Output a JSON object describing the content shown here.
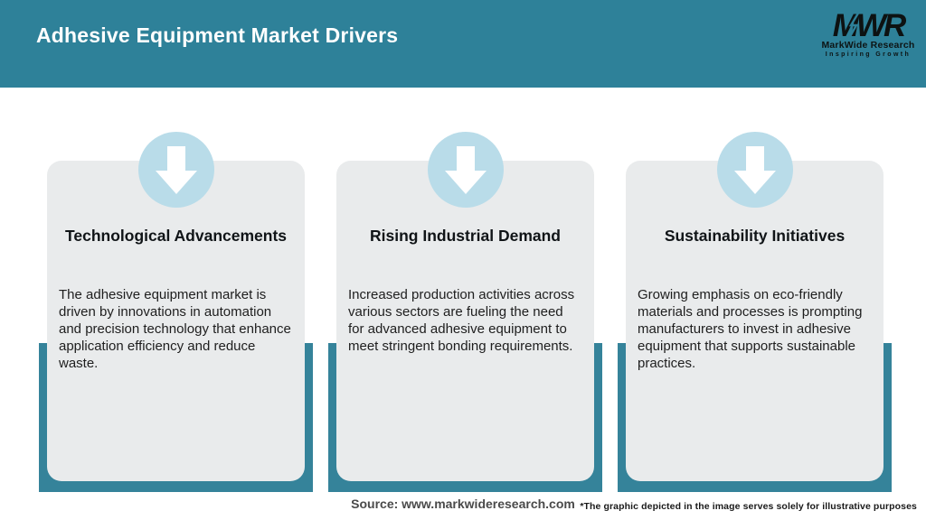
{
  "header": {
    "title": "Adhesive Equipment Market Drivers",
    "logo": {
      "acronym": "MWR",
      "name": "MarkWide Research",
      "tagline": "Inspiring Growth"
    }
  },
  "cards": [
    {
      "icon": "down-arrow-icon",
      "title": "Technological Advancements",
      "body": "The adhesive equipment market is driven by innovations in automation and precision technology that enhance application efficiency and reduce waste."
    },
    {
      "icon": "down-arrow-icon",
      "title": "Rising Industrial Demand",
      "body": "Increased production activities across various sectors are fueling the need for advanced adhesive equipment to meet stringent bonding requirements."
    },
    {
      "icon": "down-arrow-icon",
      "title": "Sustainability Initiatives",
      "body": "Growing emphasis on eco-friendly materials and processes is prompting manufacturers to invest in adhesive equipment that supports sustainable practices."
    }
  ],
  "footer": {
    "source": "Source: www.markwideresearch.com",
    "disclaimer": "*The graphic depicted in the image serves solely for illustrative purposes"
  },
  "colors": {
    "header_bg": "#2e8199",
    "back_panel": "#35839a",
    "card_bg": "#e9ebec",
    "icon_circle": "#b9dce9",
    "icon_arrow": "#ffffff",
    "header_text": "#ffffff",
    "body_text": "#1e1e1e",
    "source_text": "#4a4a4a"
  }
}
